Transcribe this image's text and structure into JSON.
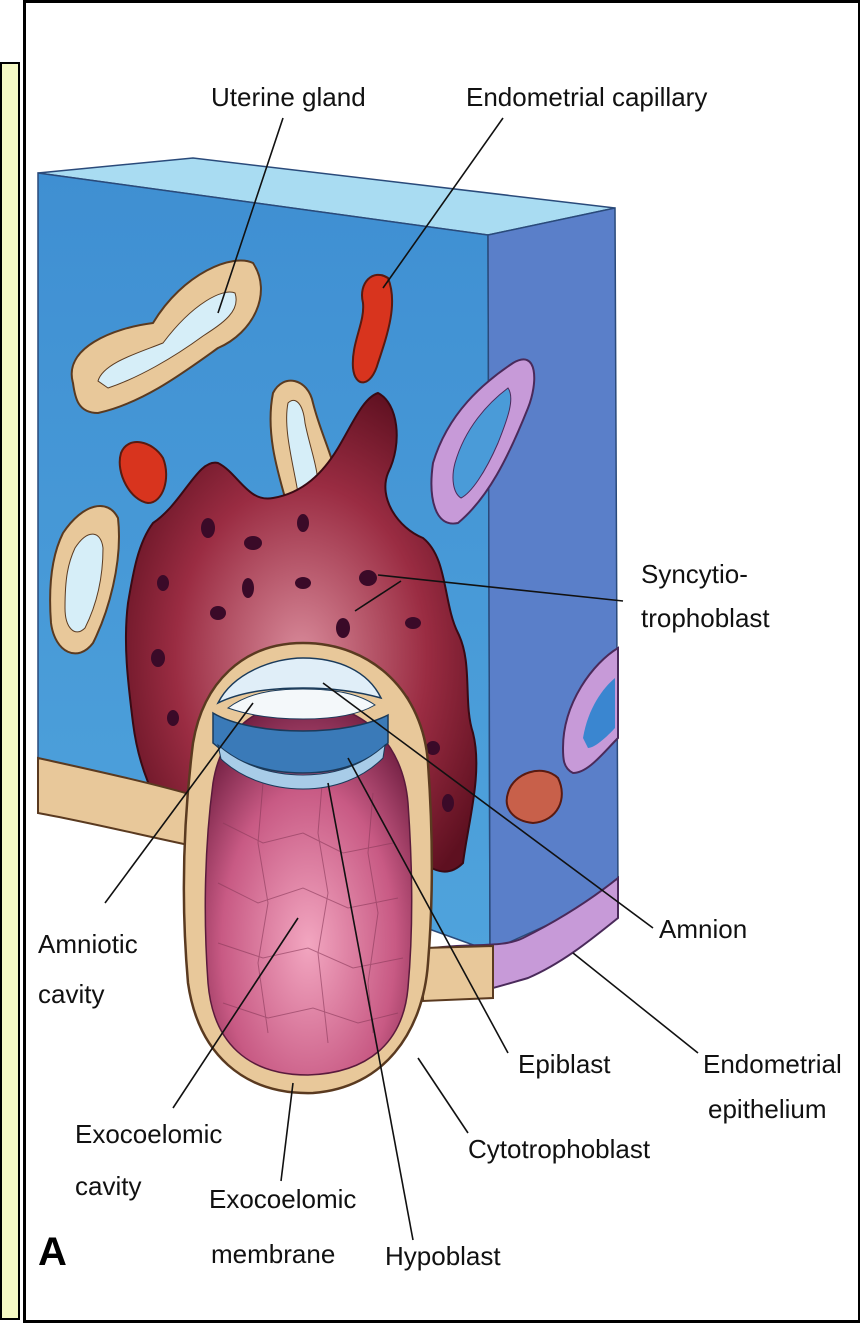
{
  "panel_letter": "A",
  "labels": {
    "uterine_gland": "Uterine gland",
    "endometrial_capillary": "Endometrial capillary",
    "syncytiotrophoblast_line1": "Syncytio-",
    "syncytiotrophoblast_line2": "trophoblast",
    "amnion": "Amnion",
    "amniotic_cavity_line1": "Amniotic",
    "amniotic_cavity_line2": "cavity",
    "epiblast": "Epiblast",
    "endometrial_epithelium_line1": "Endometrial",
    "endometrial_epithelium_line2": "epithelium",
    "exocoelomic_cavity_line1": "Exocoelomic",
    "exocoelomic_cavity_line2": "cavity",
    "cytotrophoblast": "Cytotrophoblast",
    "exocoelomic_membrane_line1": "Exocoelomic",
    "exocoelomic_membrane_line2": "membrane",
    "hypoblast": "Hypoblast"
  },
  "colors": {
    "tissue_front": "#4a9bd8",
    "tissue_side": "#5a7fc9",
    "tissue_top": "#a9dcf2",
    "syncytiotrophoblast": "#7a1c2c",
    "cavity": "#c85a84",
    "epithelium": "#e8c89a",
    "capillary": "#d8341e",
    "side_epithelium": "#c79ad8"
  }
}
